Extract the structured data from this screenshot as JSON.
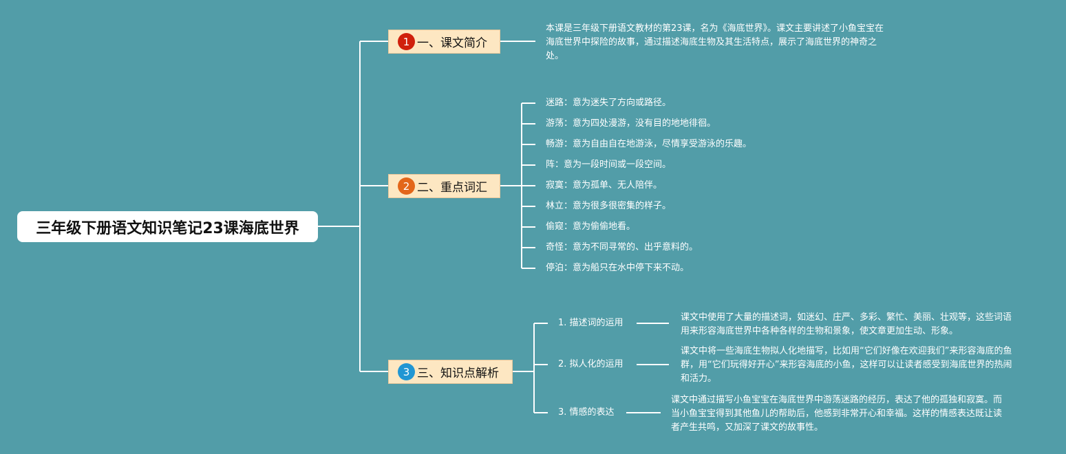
{
  "root": {
    "title": "三年级下册语文知识笔记23课海底世界"
  },
  "branches": [
    {
      "number": "1",
      "label": "一、课文简介"
    },
    {
      "number": "2",
      "label": "二、重点词汇"
    },
    {
      "number": "3",
      "label": "三、知识点解析"
    }
  ],
  "intro": {
    "text": "本课是三年级下册语文教材的第23课，名为《海底世界》。课文主要讲述了小鱼宝宝在海底世界中探险的故事，通过描述海底生物及其生活特点，展示了海底世界的神奇之处。"
  },
  "vocab": [
    "迷路：意为迷失了方向或路径。",
    "游荡：意为四处漫游，没有目的地地徘徊。",
    "畅游：意为自由自在地游泳，尽情享受游泳的乐趣。",
    "阵：意为一段时间或一段空间。",
    "寂寞：意为孤单、无人陪伴。",
    "林立：意为很多很密集的样子。",
    "偷窥：意为偷偷地看。",
    "奇怪：意为不同寻常的、出乎意料的。",
    "停泊：意为船只在水中停下来不动。"
  ],
  "points": [
    {
      "title": "1. 描述词的运用",
      "text": "课文中使用了大量的描述词，如迷幻、庄严、多彩、繁忙、美丽、壮观等，这些词语用来形容海底世界中各种各样的生物和景象，使文章更加生动、形象。"
    },
    {
      "title": "2. 拟人化的运用",
      "text": "课文中将一些海底生物拟人化地描写，比如用“它们好像在欢迎我们”来形容海底的鱼群，用“它们玩得好开心”来形容海底的小鱼，这样可以让读者感受到海底世界的热闹和活力。"
    },
    {
      "title": "3. 情感的表达",
      "text": "课文中通过描写小鱼宝宝在海底世界中游荡迷路的经历，表达了他的孤独和寂寞。而当小鱼宝宝得到其他鱼儿的帮助后，他感到非常开心和幸福。这样的情感表达既让读者产生共鸣，又加深了课文的故事性。"
    }
  ],
  "colors": {
    "background": "#529da8",
    "root_box": "#ffffff",
    "branch_box": "#fde7c2",
    "badge_1": "#d0200c",
    "badge_2": "#e3661a",
    "badge_3": "#2196d3",
    "lines": "#ffffff"
  }
}
